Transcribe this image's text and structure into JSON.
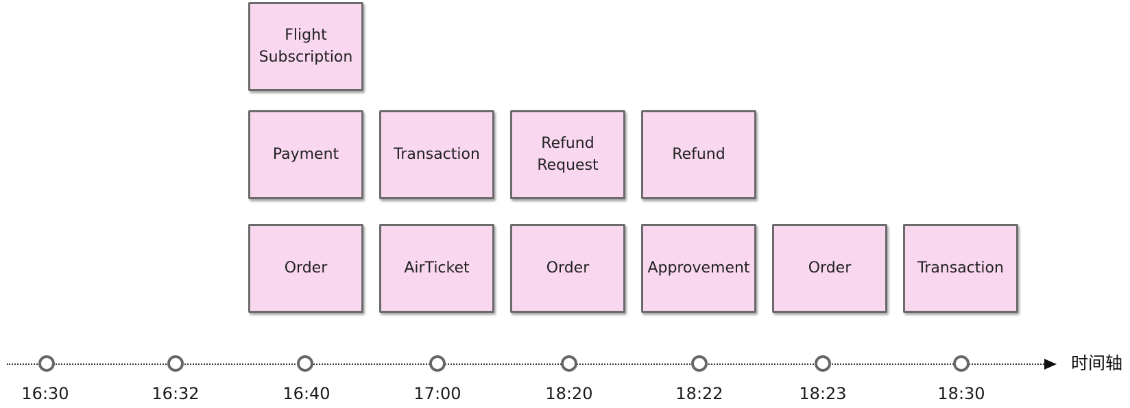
{
  "colors": {
    "card_fill": "#f9d7ef",
    "card_border": "#6b6b6b",
    "tick_border": "#666666",
    "line": "#333333"
  },
  "cards": [
    {
      "label": "Flight\nSubscription"
    },
    {
      "label": "Payment"
    },
    {
      "label": "Transaction"
    },
    {
      "label": "Refund\nRequest"
    },
    {
      "label": "Refund"
    },
    {
      "label": "Order"
    },
    {
      "label": "AirTicket"
    },
    {
      "label": "Order"
    },
    {
      "label": "Approvement"
    },
    {
      "label": "Order"
    },
    {
      "label": "Transaction"
    }
  ],
  "timeline": {
    "axis_label": "时间轴",
    "ticks": [
      "16:30",
      "16:32",
      "16:40",
      "17:00",
      "18:20",
      "18:22",
      "18:23",
      "18:30"
    ]
  }
}
